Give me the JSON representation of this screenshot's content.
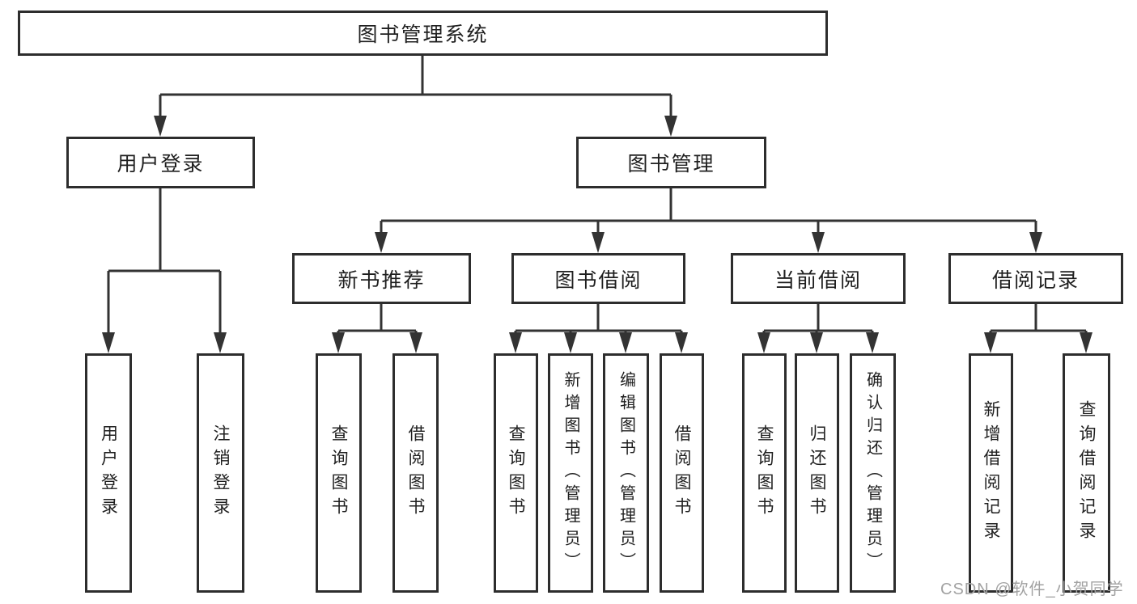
{
  "tree": {
    "root": {
      "label": "图书管理系统",
      "children": [
        {
          "label": "用户登录",
          "children": [
            {
              "label": "用户登录"
            },
            {
              "label": "注销登录"
            }
          ]
        },
        {
          "label": "图书管理",
          "children": [
            {
              "label": "新书推荐",
              "children": [
                {
                  "label": "查询图书"
                },
                {
                  "label": "借阅图书"
                }
              ]
            },
            {
              "label": "图书借阅",
              "children": [
                {
                  "label": "查询图书"
                },
                {
                  "label": "新增图书（管理员）"
                },
                {
                  "label": "编辑图书（管理员）"
                },
                {
                  "label": "借阅图书"
                }
              ]
            },
            {
              "label": "当前借阅",
              "children": [
                {
                  "label": "查询图书"
                },
                {
                  "label": "归还图书"
                },
                {
                  "label": "确认归还（管理员）"
                }
              ]
            },
            {
              "label": "借阅记录",
              "children": [
                {
                  "label": "新增借阅记录"
                },
                {
                  "label": "查询借阅记录"
                }
              ]
            }
          ]
        }
      ]
    }
  },
  "watermark": {
    "text": "CSDN @软件_小贺同学"
  },
  "colors": {
    "line": "#333333",
    "box_border": "#2d2d2d",
    "text": "#1f1f1f",
    "watermark": "#a2a2a2",
    "background": "#ffffff"
  }
}
